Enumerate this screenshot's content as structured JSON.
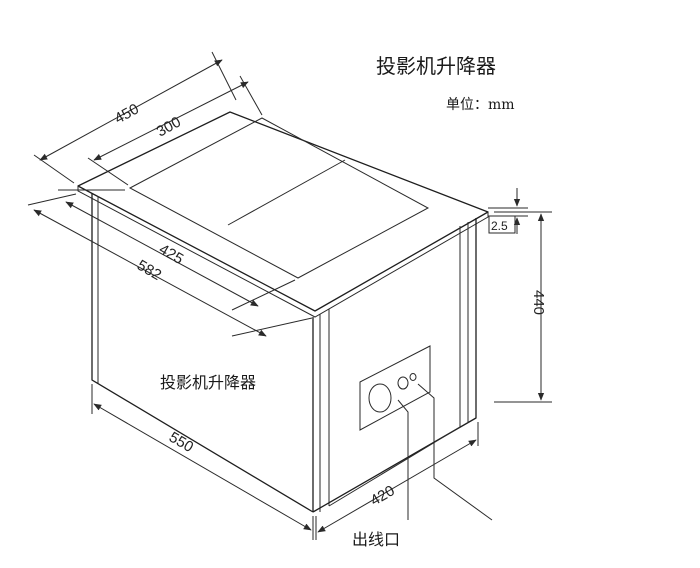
{
  "title": "投影机升降器",
  "unit": "单位：mm",
  "front_label": "投影机升降器",
  "outlet_label": "出线口",
  "dimensions": {
    "width_outer": "450",
    "width_inner": "300",
    "depth_inner": "425",
    "depth_outer": "582",
    "length": "550",
    "height": "440",
    "lip": "2.5",
    "side_width": "420"
  }
}
